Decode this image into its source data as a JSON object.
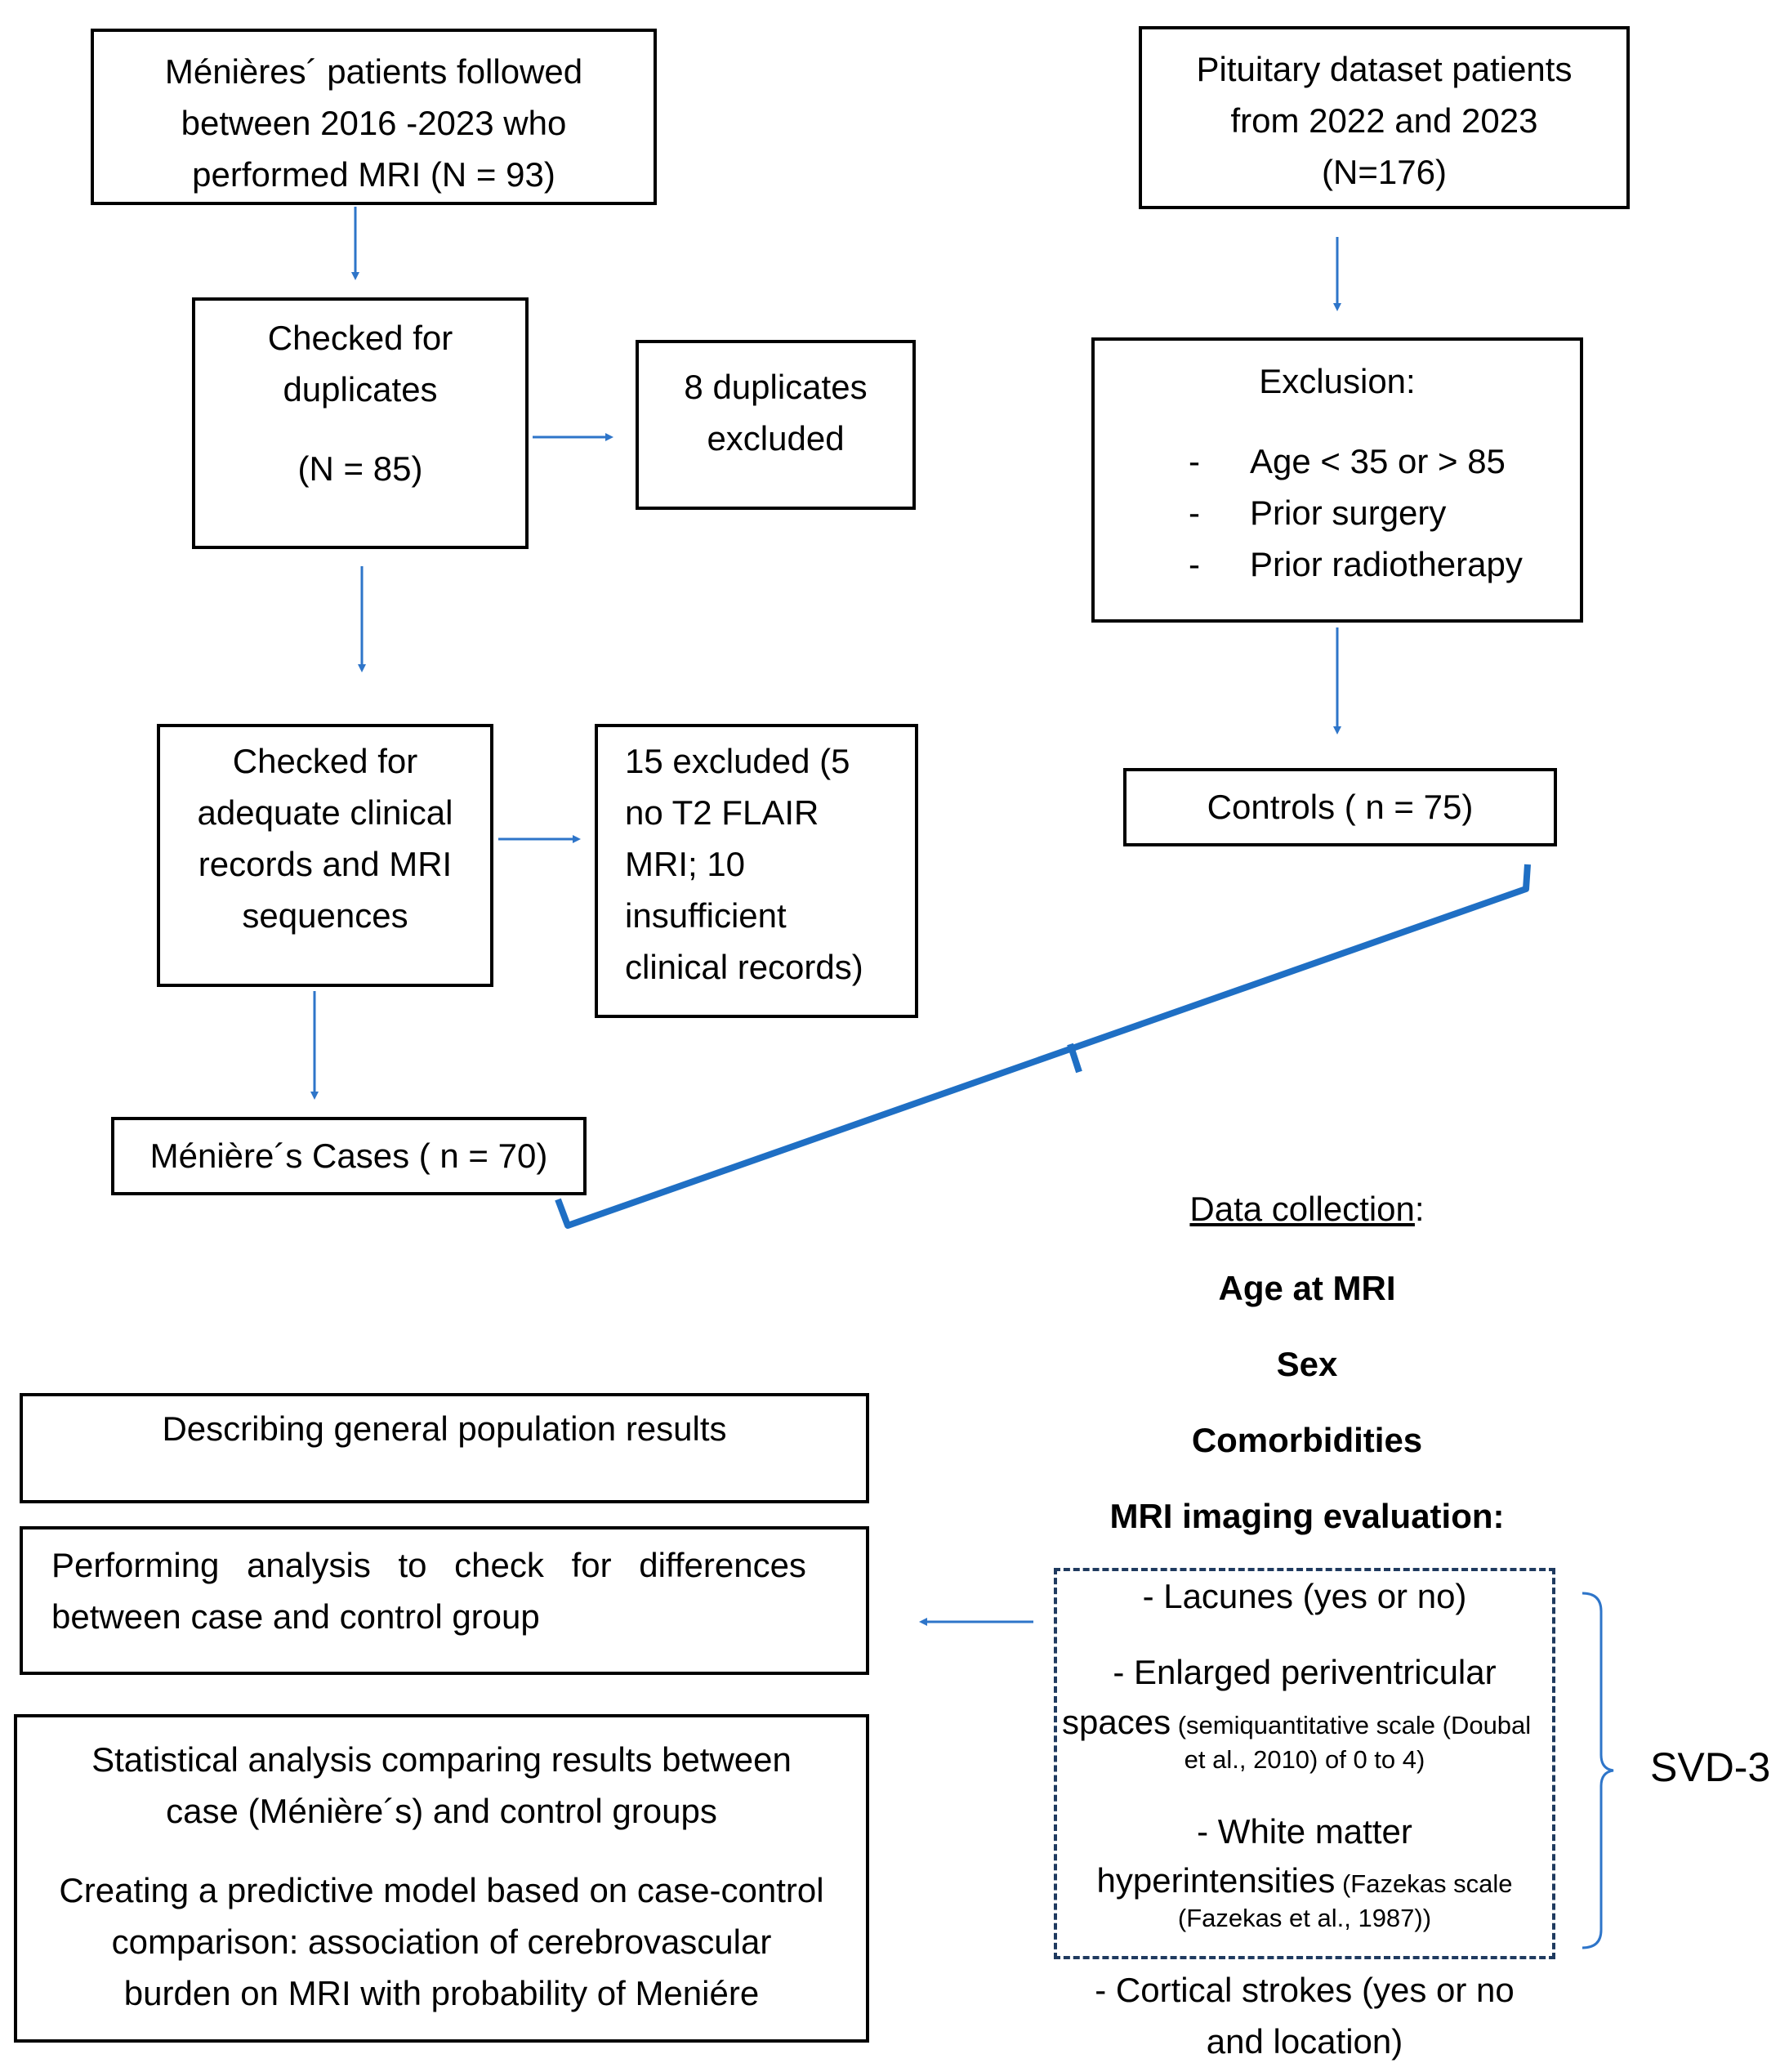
{
  "left_flow": {
    "start_box": [
      "Ménières´ patients followed",
      "between 2016 -2023 who",
      "performed MRI (N = 93)"
    ],
    "duplicates_box": [
      "Checked for",
      "duplicates",
      "(N = 85)"
    ],
    "duplicates_excluded": [
      "8 duplicates",
      "excluded"
    ],
    "records_box": [
      "Checked for",
      "adequate clinical",
      "records and MRI",
      "sequences"
    ],
    "records_excluded": [
      "15 excluded (5",
      "no T2 FLAIR",
      "MRI; 10",
      "insufficient",
      "clinical records)"
    ],
    "cases_box": "Ménière´s Cases ( n = 70)"
  },
  "right_flow": {
    "start_box": [
      "Pituitary dataset patients",
      "from 2022 and 2023",
      "(N=176)"
    ],
    "exclusion_title": "Exclusion:",
    "exclusion_items": [
      "Age < 35 or > 85",
      "Prior surgery",
      "Prior radiotherapy"
    ],
    "bullet": "-",
    "controls_box": "Controls ( n = 75)"
  },
  "data_collection": {
    "title": "Data collection",
    "title_suffix": ":",
    "items": [
      "Age at MRI",
      "Sex",
      "Comorbidities",
      "MRI imaging evaluation:"
    ],
    "svd": {
      "lacunes": "- Lacunes (yes or no)",
      "epvs_line1": "- Enlarged periventricular",
      "epvs_main": "spaces",
      "epvs_small1": " (semiquantitative scale (Doubal",
      "epvs_small2": "et al., 2010) of 0 to 4)",
      "wmh_line1": "- White matter",
      "wmh_main": "hyperintensities",
      "wmh_small1": " (Fazekas scale",
      "wmh_small2": "(Fazekas et al., 1987))"
    },
    "cortical": [
      "- Cortical strokes (yes or no",
      "and location)"
    ],
    "svd_label": "SVD-3"
  },
  "analysis": {
    "general": "Describing general population results",
    "differences": [
      "Performing analysis to check for differences",
      "between case and control group"
    ],
    "statistical": [
      "Statistical analysis comparing results between",
      "case (Ménière´s) and control groups"
    ],
    "predictive": [
      "Creating a predictive model based on case-control",
      "comparison: association of cerebrovascular",
      "burden on MRI with probability of Meniére"
    ]
  },
  "colors": {
    "arrow": "#2e75c9",
    "bracket": "#1f6fc4",
    "dashed_border": "#1f3a5f"
  }
}
